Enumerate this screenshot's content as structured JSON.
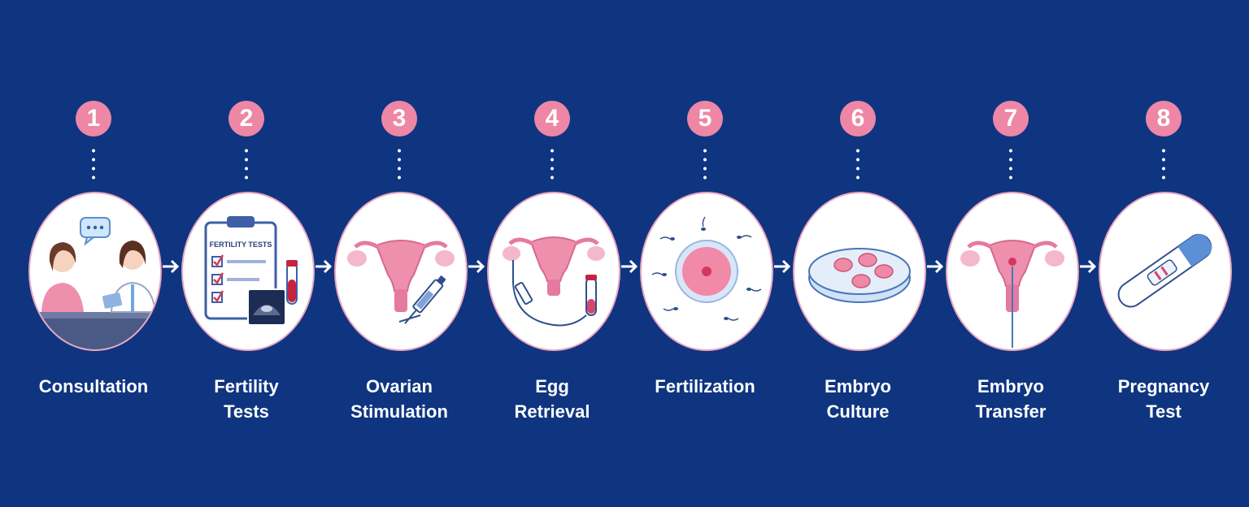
{
  "colors": {
    "background": "#0f3580",
    "badge": "#ee86a6",
    "circle_border": "#e9a6c2",
    "label": "#ffffff"
  },
  "steps": [
    {
      "number": "1",
      "label_lines": [
        "Consultation"
      ],
      "icon": "consultation-icon"
    },
    {
      "number": "2",
      "label_lines": [
        "Fertility",
        "Tests"
      ],
      "icon": "fertility-tests-icon",
      "clipboard_title": "FERTILITY TESTS"
    },
    {
      "number": "3",
      "label_lines": [
        "Ovarian",
        "Stimulation"
      ],
      "icon": "ovarian-stimulation-icon"
    },
    {
      "number": "4",
      "label_lines": [
        "Egg",
        "Retrieval"
      ],
      "icon": "egg-retrieval-icon"
    },
    {
      "number": "5",
      "label_lines": [
        "Fertilization"
      ],
      "icon": "fertilization-icon"
    },
    {
      "number": "6",
      "label_lines": [
        "Embryo",
        "Culture"
      ],
      "icon": "embryo-culture-icon"
    },
    {
      "number": "7",
      "label_lines": [
        "Embryo",
        "Transfer"
      ],
      "icon": "embryo-transfer-icon"
    },
    {
      "number": "8",
      "label_lines": [
        "Pregnancy",
        "Test"
      ],
      "icon": "pregnancy-test-icon"
    }
  ]
}
